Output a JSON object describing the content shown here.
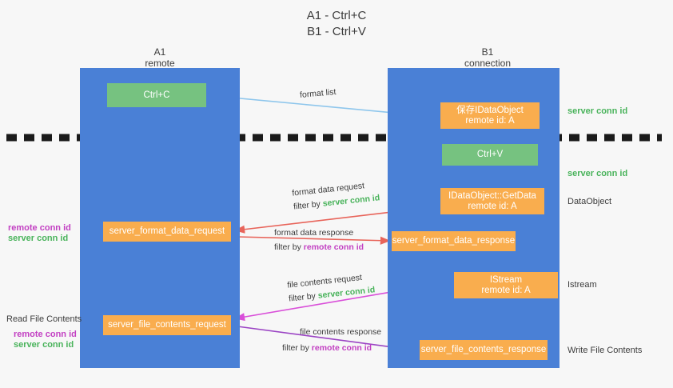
{
  "title": {
    "line1": "A1 - Ctrl+C",
    "line2": "B1 - Ctrl+V"
  },
  "columns": [
    {
      "name": "A1",
      "sub": "remote"
    },
    {
      "name": "B1",
      "sub": "connection"
    }
  ],
  "nodes": [
    {
      "id": "ctrl-c",
      "label": "Ctrl+C",
      "sublabel": ""
    },
    {
      "id": "save-idataobject",
      "label": "保存IDataObject",
      "sublabel": "remote id: A"
    },
    {
      "id": "ctrl-v",
      "label": "Ctrl+V",
      "sublabel": ""
    },
    {
      "id": "idataobject-getdata",
      "label": "IDataObject::GetData",
      "sublabel": "remote id: A"
    },
    {
      "id": "server-format-data-request",
      "label": "server_format_data_request",
      "sublabel": ""
    },
    {
      "id": "server-format-data-response",
      "label": "server_format_data_response",
      "sublabel": ""
    },
    {
      "id": "istream",
      "label": "IStream",
      "sublabel": "remote id: A"
    },
    {
      "id": "server-file-contents-request",
      "label": "server_file_contents_request",
      "sublabel": ""
    },
    {
      "id": "server-file-contents-response",
      "label": "server_file_contents_response",
      "sublabel": ""
    }
  ],
  "edges": [
    {
      "id": "format-list",
      "label": "format list",
      "filter_prefix": "",
      "filter_value": ""
    },
    {
      "id": "format-data-request",
      "label": "format data request",
      "filter_prefix": "filter by",
      "filter_value": "server conn id"
    },
    {
      "id": "format-data-response",
      "label": "format data response",
      "filter_prefix": "filter by",
      "filter_value": "remote conn id"
    },
    {
      "id": "file-contents-request",
      "label": "file contents request",
      "filter_prefix": "filter by",
      "filter_value": "server conn id"
    },
    {
      "id": "file-contents-response",
      "label": "file contents response",
      "filter_prefix": "filter by",
      "filter_value": "remote conn id"
    }
  ],
  "side_labels": {
    "right": [
      {
        "id": "server-conn-id-top",
        "text": "server conn id"
      },
      {
        "id": "server-conn-id-middle",
        "text": "server conn id"
      },
      {
        "id": "dataobject",
        "text": "DataObject"
      },
      {
        "id": "istream",
        "text": "Istream"
      },
      {
        "id": "write-file-contents",
        "text": "Write File Contents"
      }
    ],
    "left": [
      {
        "id": "remote-conn-id-1",
        "text": "remote conn id"
      },
      {
        "id": "server-conn-id-1",
        "text": "server conn id"
      },
      {
        "id": "read-file-contents",
        "text": "Read File Contents"
      },
      {
        "id": "remote-conn-id-2",
        "text": "remote conn id"
      },
      {
        "id": "server-conn-id-2",
        "text": "server conn id"
      }
    ]
  },
  "colors": {
    "lane": "#4a80d6",
    "green_box": "#76c280",
    "orange_box": "#f9ad4e",
    "green_text": "#49b35b",
    "magenta_text": "#c23fc2",
    "divider": "#1a1a1a",
    "arrow_lightblue": "#8ec6ec",
    "arrow_red": "#e8645a",
    "arrow_magenta": "#d94fd9",
    "arrow_purple": "#9b44c4",
    "arrow_black": "#111111",
    "background": "#f7f7f7"
  }
}
